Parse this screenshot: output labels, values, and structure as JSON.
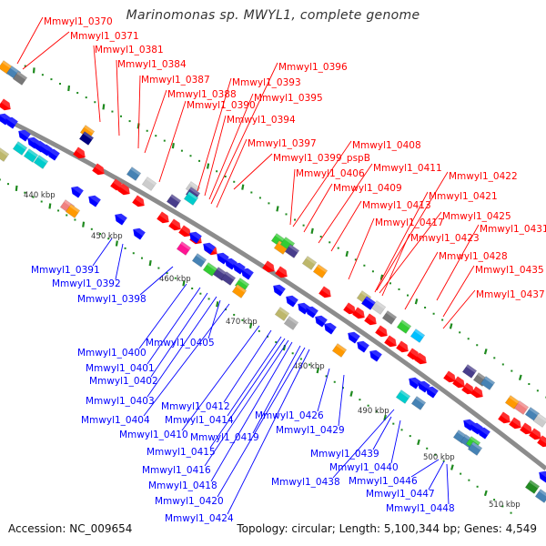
{
  "title": "Marinomonas sp. MWYL1, complete genome",
  "footer": {
    "accession": "Accession: NC_009654",
    "summary": "Topology: circular; Length: 5,100,344 bp; Genes: 4,549"
  },
  "colors": {
    "forward_strand_label": "#ff0000",
    "reverse_strand_label": "#0000ff",
    "backbone": "#8c8c8c",
    "tick": "#1e8a1e"
  },
  "scale_labels": [
    "440 kbp",
    "450 kbp",
    "460 kbp",
    "470 kbp",
    "480 kbp",
    "490 kbp",
    "500 kbp",
    "510 kbp"
  ],
  "forward_genes": [
    "Mmwyl1_0370",
    "Mmwyl1_0371",
    "Mmwyl1_0381",
    "Mmwyl1_0384",
    "Mmwyl1_0387",
    "Mmwyl1_0388",
    "Mmwyl1_0390",
    "Mmwyl1_0393",
    "Mmwyl1_0394",
    "Mmwyl1_0395",
    "Mmwyl1_0396",
    "Mmwyl1_0397",
    "Mmwyl1_0399_pspB",
    "Mmwyl1_0406",
    "Mmwyl1_0408",
    "Mmwyl1_0409",
    "Mmwyl1_0411",
    "Mmwyl1_0413",
    "Mmwyl1_0417",
    "Mmwyl1_0421",
    "Mmwyl1_0422",
    "Mmwyl1_0423",
    "Mmwyl1_0425",
    "Mmwyl1_0428",
    "Mmwyl1_0431",
    "Mmwyl1_0435",
    "Mmwyl1_0437"
  ],
  "reverse_genes": [
    "Mmwyl1_0391",
    "Mmwyl1_0392",
    "Mmwyl1_0398",
    "Mmwyl1_0400",
    "Mmwyl1_0401",
    "Mmwyl1_0402",
    "Mmwyl1_0403",
    "Mmwyl1_0404",
    "Mmwyl1_0405",
    "Mmwyl1_0410",
    "Mmwyl1_0412",
    "Mmwyl1_0414",
    "Mmwyl1_0415",
    "Mmwyl1_0416",
    "Mmwyl1_0418",
    "Mmwyl1_0419",
    "Mmwyl1_0420",
    "Mmwyl1_0424",
    "Mmwyl1_0426",
    "Mmwyl1_0429",
    "Mmwyl1_0438",
    "Mmwyl1_0439",
    "Mmwyl1_0440",
    "Mmwyl1_0446",
    "Mmwyl1_0447",
    "Mmwyl1_0448"
  ]
}
